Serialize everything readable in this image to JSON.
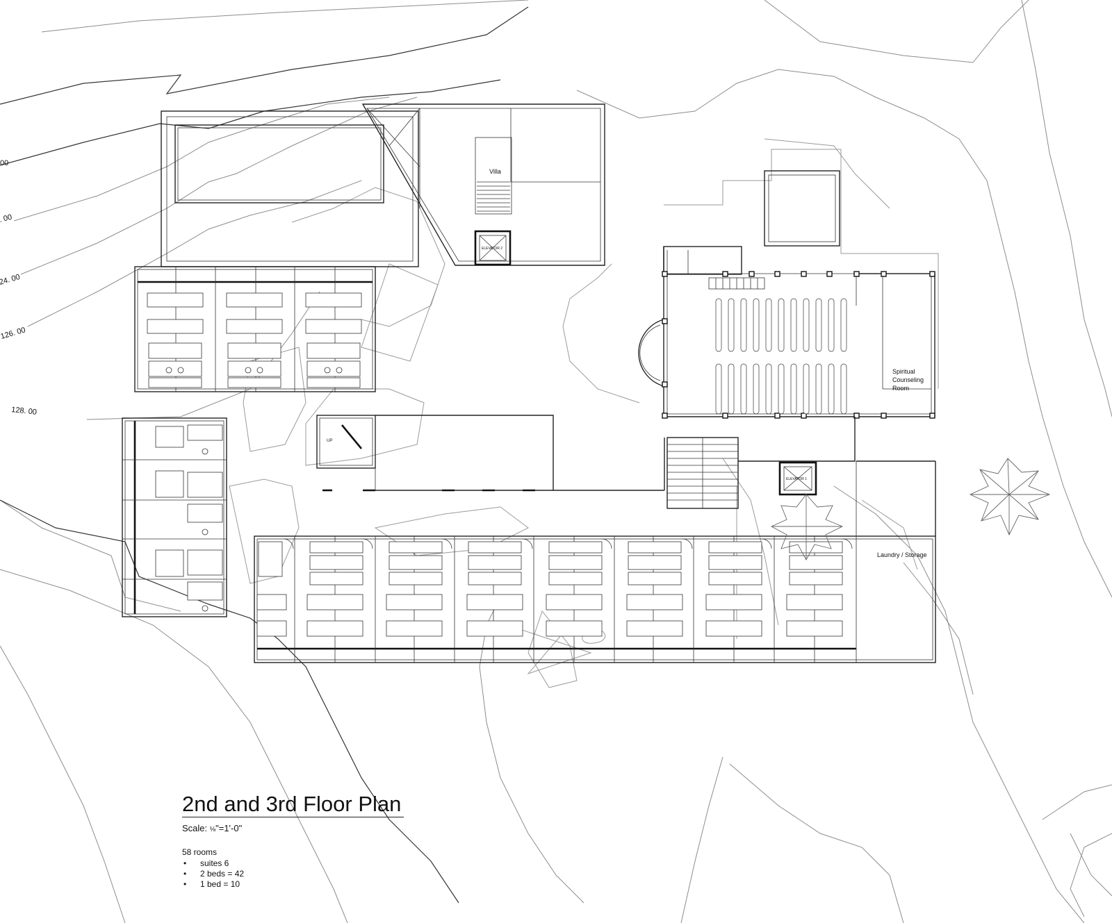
{
  "drawing": {
    "title": "2nd and 3rd Floor Plan",
    "scale_label": "Scale:",
    "scale_fraction": "⅛",
    "scale_rest": "\"=1'-0\"",
    "rooms_total": "58 rooms",
    "room_breakdown": [
      {
        "text": "suites 6"
      },
      {
        "text": "2 beds = 42"
      },
      {
        "text": "1 bed = 10"
      }
    ]
  },
  "labels": {
    "villa": "Villa",
    "elevator_1": "ELEVATOR 1",
    "elevator_2": "ELEVATOR 2",
    "spiritual_1": "Spiritual",
    "spiritual_2": "Counseling",
    "spiritual_3": "Room",
    "laundry": "Laundry / Storage",
    "stair_up": "UP"
  },
  "contours": {
    "c0": "00",
    "c1": ". 00",
    "c2": "24. 00",
    "c3": "126. 00",
    "c4": "128. 00"
  },
  "colors": {
    "line": "#222222",
    "contour": "#8c8c8c",
    "background": "#ffffff"
  }
}
